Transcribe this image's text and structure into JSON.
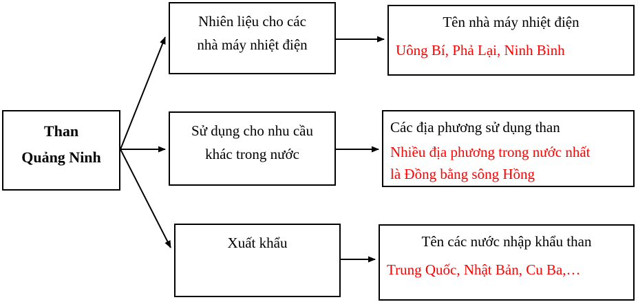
{
  "root": {
    "line1": "Than",
    "line2": "Quảng Ninh"
  },
  "branches": [
    {
      "use_line1": "Nhiên liệu cho các",
      "use_line2": "nhà máy nhiệt điện",
      "result_title": "Tên nhà máy nhiệt điện",
      "result_value": "Uông Bí, Phả Lại, Ninh Bình"
    },
    {
      "use_line1": "Sử dụng cho nhu cầu",
      "use_line2": "khác trong nước",
      "result_title": "Các địa phương sử dụng than",
      "result_value_line1": "Nhiều địa phương trong nước nhất",
      "result_value_line2": "là Đồng bằng sông Hồng"
    },
    {
      "use_line1": "Xuất khẩu",
      "result_title": "Tên các nước nhập khẩu than",
      "result_value": "Trung Quốc, Nhật Bản, Cu Ba,…"
    }
  ],
  "colors": {
    "border": "#000000",
    "text": "#000000",
    "highlight": "#ff0000",
    "background": "#ffffff"
  }
}
